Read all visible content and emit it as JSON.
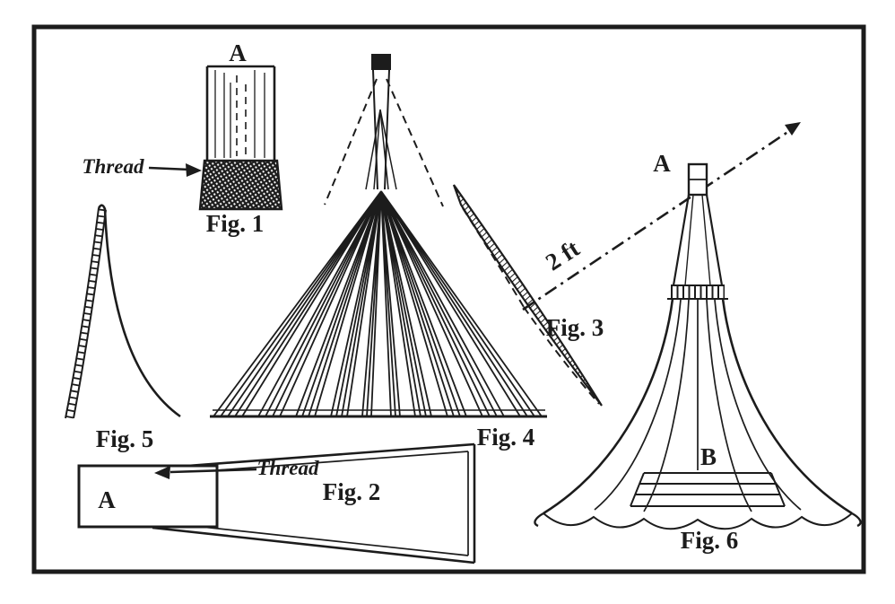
{
  "diagram": {
    "fig1": {
      "caption": "Fig. 1",
      "label_a": "A",
      "thread_label": "Thread"
    },
    "fig2": {
      "caption": "Fig. 2",
      "label_a": "A",
      "thread_label": "Thread"
    },
    "fig3": {
      "caption": "Fig. 3"
    },
    "fig4": {
      "caption": "Fig. 4"
    },
    "fig5": {
      "caption": "Fig. 5"
    },
    "fig6": {
      "caption": "Fig. 6",
      "label_a": "A",
      "label_b": "B"
    },
    "measurement": {
      "label": "2 ft"
    }
  },
  "colors": {
    "ink": "#1c1c1c",
    "paper": "#ffffff"
  }
}
